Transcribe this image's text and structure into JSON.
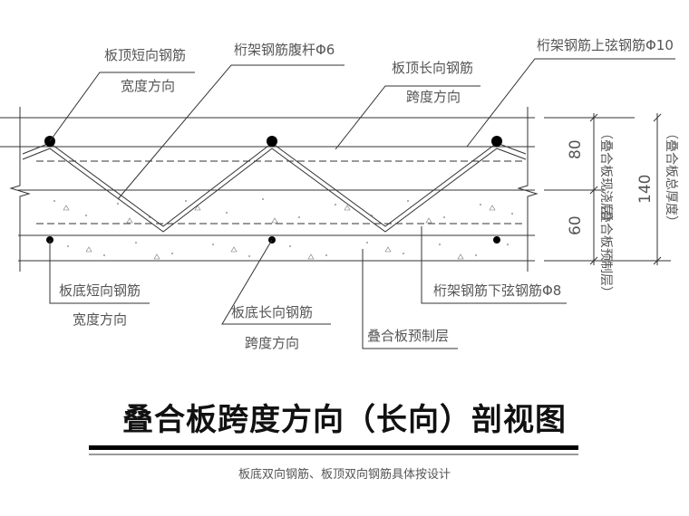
{
  "labels": {
    "top_short_bar_1": "板顶短向钢筋",
    "top_short_bar_2": "宽度方向",
    "truss_web": "桁架钢筋腹杆Φ6",
    "top_long_bar_1": "板顶长向钢筋",
    "top_long_bar_2": "跨度方向",
    "truss_top_chord": "桁架钢筋上弦钢筋Φ10",
    "bottom_short_bar_1": "板底短向钢筋",
    "bottom_short_bar_2": "宽度方向",
    "bottom_long_bar_1": "板底长向钢筋",
    "bottom_long_bar_2": "跨度方向",
    "precast_layer": "叠合板预制层",
    "truss_bottom_chord": "桁架钢筋下弦钢筋Φ8"
  },
  "dimensions": {
    "cast_in_place": "80",
    "precast": "60",
    "total": "140",
    "cast_in_place_label": "（叠合板现浇层）",
    "precast_label": "（叠合板预制层）",
    "total_label": "（叠合板总厚度）"
  },
  "title": "叠合板跨度方向（长向）剖视图",
  "subtitle": "板底双向钢筋、板顶双向钢筋具体按设计"
}
